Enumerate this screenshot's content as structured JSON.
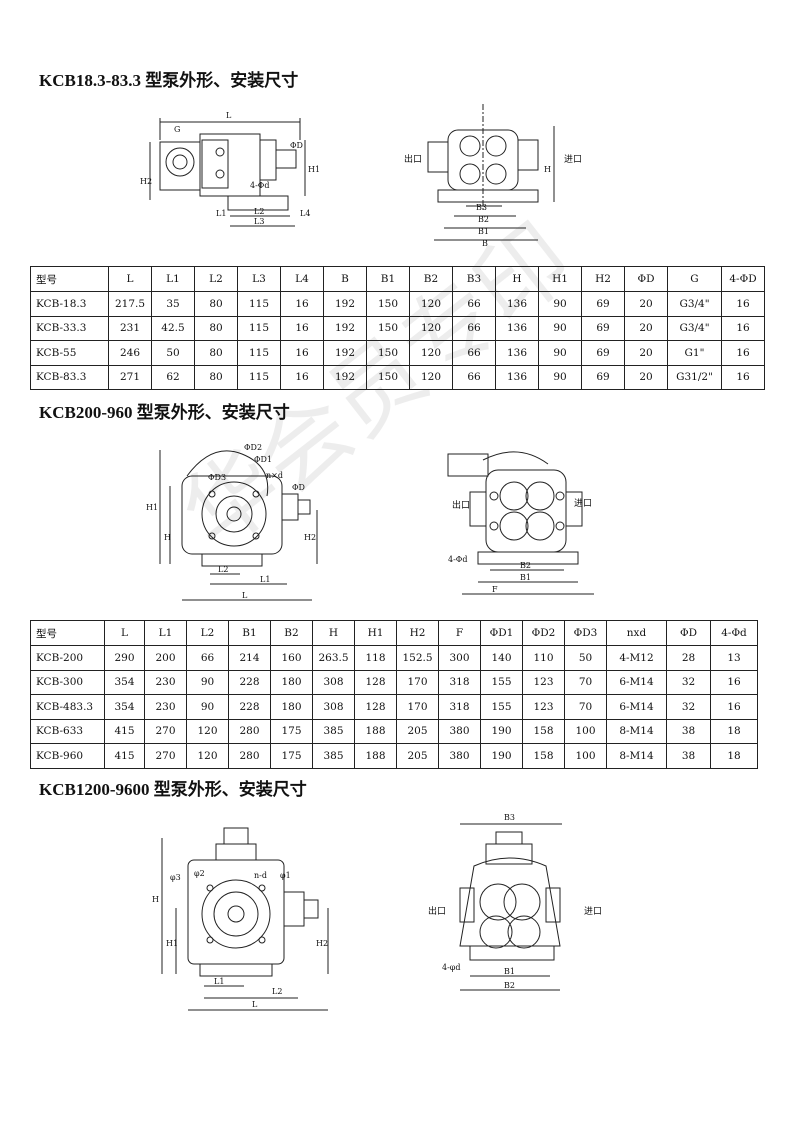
{
  "sections": [
    {
      "title": "KCB18.3-83.3 型泵外形、安装尺寸",
      "headers": [
        "型号",
        "L",
        "L1",
        "L2",
        "L3",
        "L4",
        "B",
        "B1",
        "B2",
        "B3",
        "H",
        "H1",
        "H2",
        "ΦD",
        "G",
        "4-ΦD"
      ],
      "rows": [
        [
          "KCB-18.3",
          "217.5",
          "35",
          "80",
          "115",
          "16",
          "192",
          "150",
          "120",
          "66",
          "136",
          "90",
          "69",
          "20",
          "G3/4\"",
          "16"
        ],
        [
          "KCB-33.3",
          "231",
          "42.5",
          "80",
          "115",
          "16",
          "192",
          "150",
          "120",
          "66",
          "136",
          "90",
          "69",
          "20",
          "G3/4\"",
          "16"
        ],
        [
          "KCB-55",
          "246",
          "50",
          "80",
          "115",
          "16",
          "192",
          "150",
          "120",
          "66",
          "136",
          "90",
          "69",
          "20",
          "G1\"",
          "16"
        ],
        [
          "KCB-83.3",
          "271",
          "62",
          "80",
          "115",
          "16",
          "192",
          "150",
          "120",
          "66",
          "136",
          "90",
          "69",
          "20",
          "G31/2\"",
          "16"
        ]
      ],
      "drawing_labels": {
        "left": [
          "L",
          "G",
          "ΦD",
          "H1",
          "H2",
          "4-Φd",
          "L1",
          "L2",
          "L3",
          "L4"
        ],
        "right": [
          "出口",
          "进口",
          "H",
          "B3",
          "B2",
          "B1",
          "B"
        ]
      }
    },
    {
      "title": "KCB200-960 型泵外形、安装尺寸",
      "headers": [
        "型号",
        "L",
        "L1",
        "L2",
        "B1",
        "B2",
        "H",
        "H1",
        "H2",
        "F",
        "ΦD1",
        "ΦD2",
        "ΦD3",
        "nxd",
        "ΦD",
        "4-Φd"
      ],
      "rows": [
        [
          "KCB-200",
          "290",
          "200",
          "66",
          "214",
          "160",
          "263.5",
          "118",
          "152.5",
          "300",
          "140",
          "110",
          "50",
          "4-M12",
          "28",
          "13"
        ],
        [
          "KCB-300",
          "354",
          "230",
          "90",
          "228",
          "180",
          "308",
          "128",
          "170",
          "318",
          "155",
          "123",
          "70",
          "6-M14",
          "32",
          "16"
        ],
        [
          "KCB-483.3",
          "354",
          "230",
          "90",
          "228",
          "180",
          "308",
          "128",
          "170",
          "318",
          "155",
          "123",
          "70",
          "6-M14",
          "32",
          "16"
        ],
        [
          "KCB-633",
          "415",
          "270",
          "120",
          "280",
          "175",
          "385",
          "188",
          "205",
          "380",
          "190",
          "158",
          "100",
          "8-M14",
          "38",
          "18"
        ],
        [
          "KCB-960",
          "415",
          "270",
          "120",
          "280",
          "175",
          "385",
          "188",
          "205",
          "380",
          "190",
          "158",
          "100",
          "8-M14",
          "38",
          "18"
        ]
      ],
      "drawing_labels": {
        "left": [
          "ΦD2",
          "ΦD1",
          "ΦD3",
          "n×d",
          "H1",
          "H",
          "ΦD",
          "H2",
          "L2",
          "L1",
          "L"
        ],
        "right": [
          "出口",
          "进口",
          "4-Φd",
          "B2",
          "B1",
          "F"
        ]
      }
    },
    {
      "title": "KCB1200-9600 型泵外形、安装尺寸",
      "drawing_labels": {
        "left": [
          "H",
          "φ3",
          "φ2",
          "n-d",
          "φ1",
          "H1",
          "H2",
          "L1",
          "L2",
          "L"
        ],
        "right": [
          "B3",
          "出口",
          "进口",
          "4-φd",
          "B1",
          "B2"
        ]
      }
    }
  ],
  "watermark": "华会员专印"
}
